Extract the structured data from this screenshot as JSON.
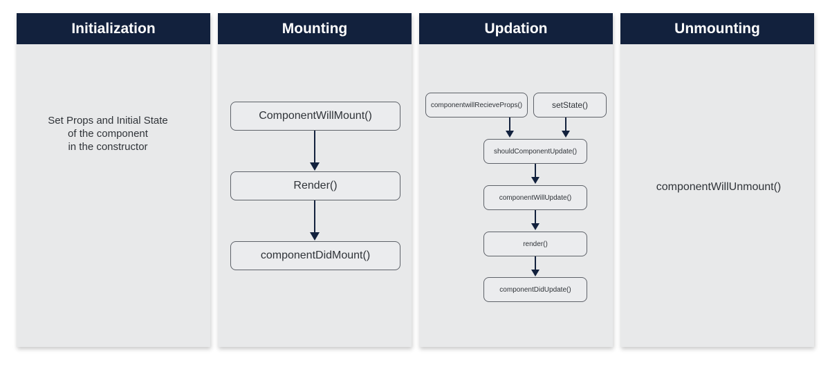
{
  "columns": [
    {
      "title": "Initialization",
      "text_lines": [
        "Set Props and Initial State",
        "of the component",
        "in the constructor"
      ]
    },
    {
      "title": "Mounting",
      "steps": [
        "ComponentWillMount()",
        "Render()",
        "componentDidMount()"
      ]
    },
    {
      "title": "Updation",
      "inputs": [
        "componentwillRecieveProps()",
        "setState()"
      ],
      "steps": [
        "shouldComponentUpdate()",
        "componentWillUpdate()",
        "render()",
        "componentDidUpdate()"
      ]
    },
    {
      "title": "Unmounting",
      "text": "componentWillUnmount()"
    }
  ],
  "colors": {
    "header": "#12213d",
    "panel": "#e8e9ea",
    "box_border": "#5d6168",
    "arrow": "#12213d"
  }
}
